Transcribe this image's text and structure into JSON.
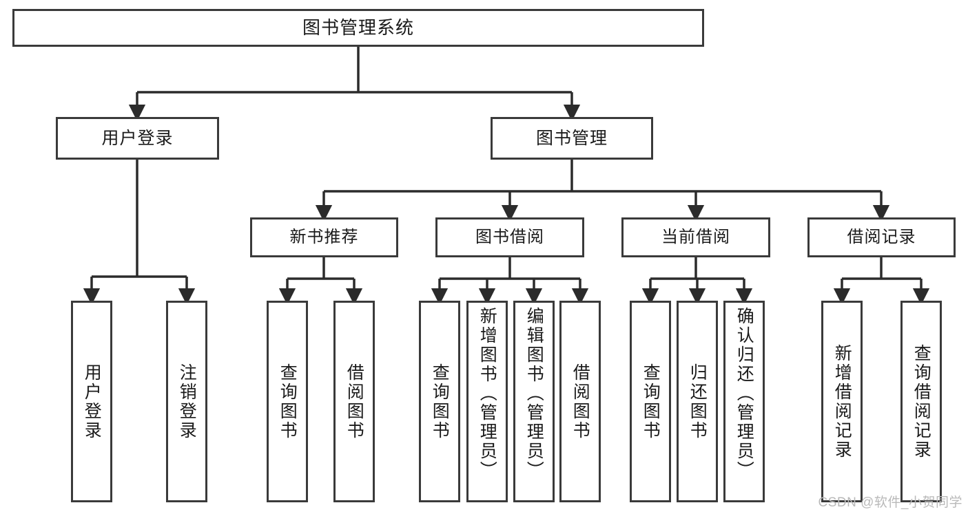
{
  "diagram": {
    "title": "图书管理系统",
    "type": "hierarchy-tree",
    "colors": {
      "box_border": "#3a3a3a",
      "box_fill": "#ffffff",
      "edge": "#2b2b2b",
      "text": "#1a1a1a",
      "watermark": "#b9b9b9"
    },
    "watermark": "CSDN @软件_小贺同学",
    "nodes": {
      "root": {
        "label": "图书管理系统"
      },
      "level2": [
        {
          "label": "用户登录"
        },
        {
          "label": "图书管理"
        }
      ],
      "level3": [
        {
          "label": "新书推荐"
        },
        {
          "label": "图书借阅"
        },
        {
          "label": "当前借阅"
        },
        {
          "label": "借阅记录"
        }
      ],
      "leaves": {
        "user_login": [
          {
            "label": "用户登录"
          },
          {
            "label": "注销登录"
          }
        ],
        "new_book_recommend": [
          {
            "label": "查询图书"
          },
          {
            "label": "借阅图书"
          }
        ],
        "book_borrow": [
          {
            "label": "查询图书"
          },
          {
            "label": "新增图书（管理员）"
          },
          {
            "label": "编辑图书（管理员）"
          },
          {
            "label": "借阅图书"
          }
        ],
        "current_borrow": [
          {
            "label": "查询图书"
          },
          {
            "label": "归还图书"
          },
          {
            "label": "确认归还（管理员）"
          }
        ],
        "borrow_record": [
          {
            "label": "新增借阅记录"
          },
          {
            "label": "查询借阅记录"
          }
        ]
      }
    }
  }
}
